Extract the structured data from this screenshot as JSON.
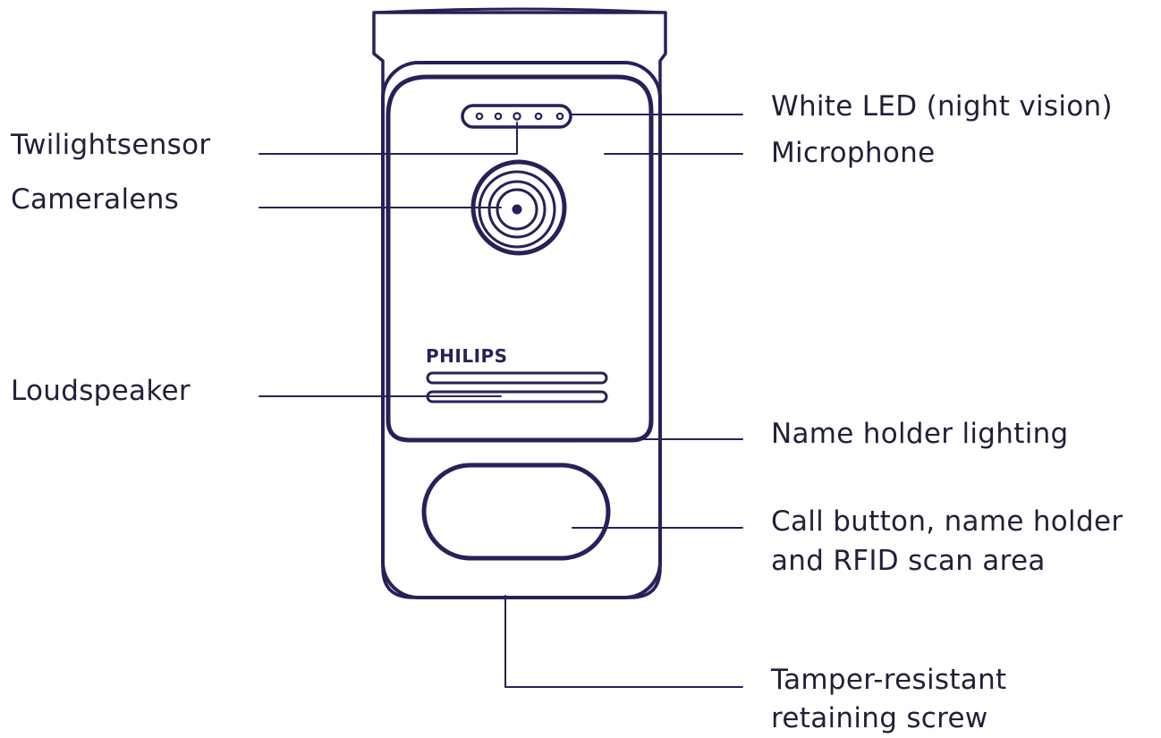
{
  "colors": {
    "ink": "#2a1f58",
    "text": "#221f3a",
    "background": "#ffffff"
  },
  "device": {
    "brand_logo": "PHILIPS"
  },
  "labels": {
    "twilight_sensor": "Twilightsensor",
    "camera_lens": "Cameralens",
    "loudspeaker": "Loudspeaker",
    "white_led": "White LED (night vision)",
    "microphone": "Microphone",
    "name_holder_lighting": "Name holder lighting",
    "call_button_line1": "Call button, name holder",
    "call_button_line2": "and RFID scan area",
    "tamper_screw_line1": "Tamper-resistant",
    "tamper_screw_line2": "retaining screw"
  }
}
